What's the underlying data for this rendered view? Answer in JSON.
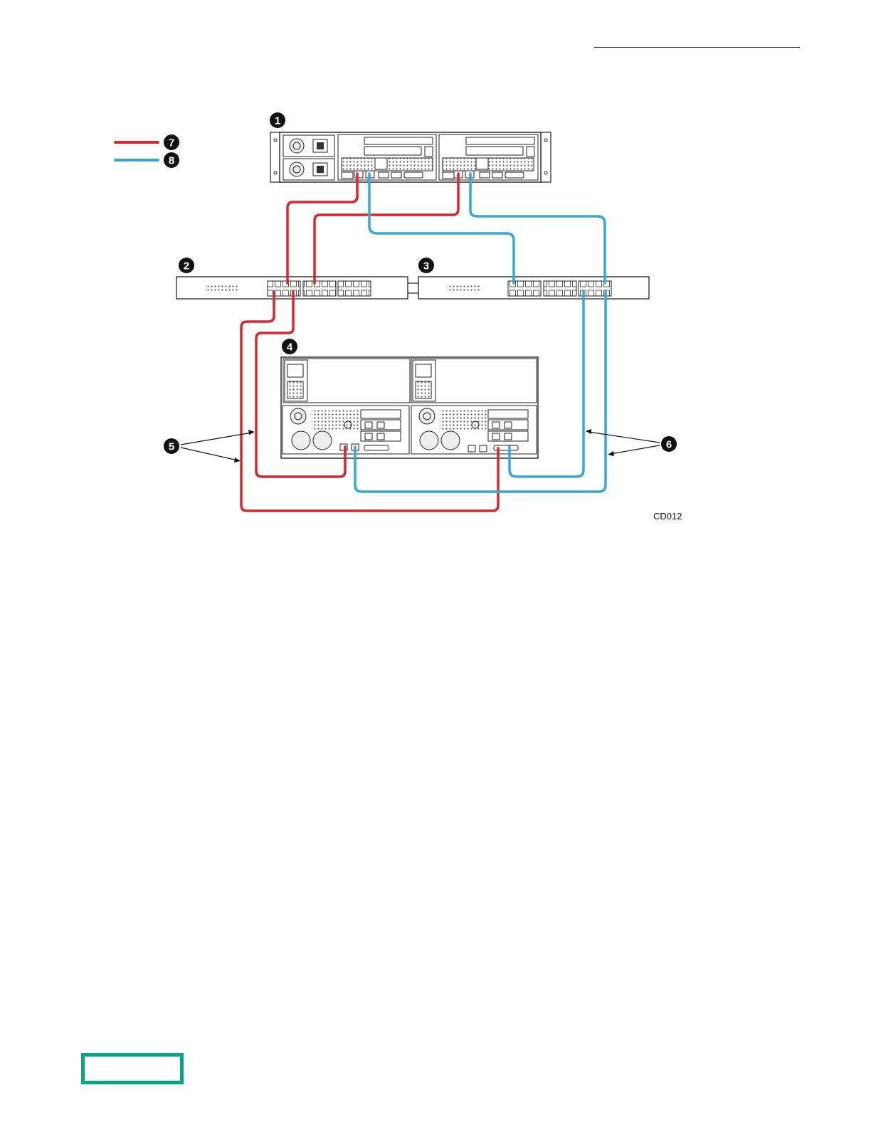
{
  "figure": {
    "code": "CD012",
    "callouts": [
      "1",
      "2",
      "3",
      "4",
      "5",
      "6",
      "7",
      "8"
    ]
  },
  "legend": {
    "red_callout": "7",
    "blue_callout": "8"
  },
  "colors": {
    "red_cable": "#d9262e",
    "blue_cable": "#35a8d6",
    "brand_green": "#01a982",
    "line": "#222222"
  },
  "footer": {
    "logo": "hpe-logo-box"
  }
}
